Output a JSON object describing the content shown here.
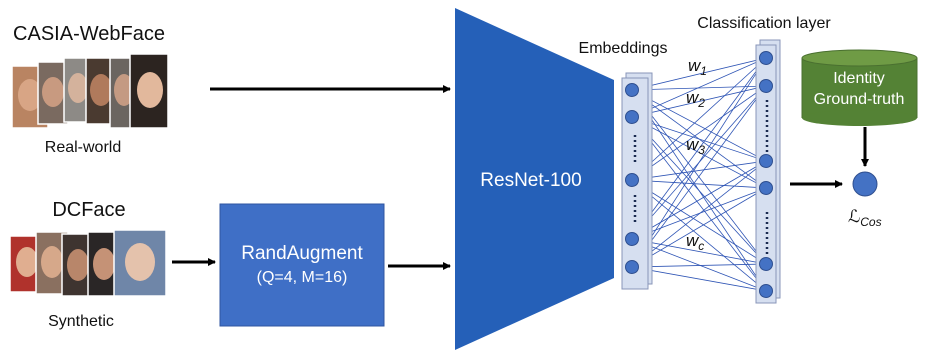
{
  "datasets": {
    "real": {
      "title": "CASIA-WebFace",
      "caption": "Real-world"
    },
    "synthetic": {
      "title": "DCFace",
      "caption": "Synthetic"
    }
  },
  "augment": {
    "title": "RandAugment",
    "params": "(Q=4, M=16)"
  },
  "backbone": {
    "label": "ResNet-100"
  },
  "embeddings": {
    "label": "Embeddings"
  },
  "classifier": {
    "label": "Classification layer"
  },
  "weights": [
    {
      "base": "w",
      "sub": "1"
    },
    {
      "base": "w",
      "sub": "2"
    },
    {
      "base": "w",
      "sub": "3"
    },
    {
      "base": "w",
      "sub": "c"
    }
  ],
  "identity": {
    "line1": "Identity",
    "line2": "Ground-truth"
  },
  "loss": {
    "base": "ℒ",
    "sub": "Cos"
  },
  "colors": {
    "resnet": "#2560b8",
    "augment": "#3f6fc6",
    "node": "#4472c4",
    "column": "#d6dff0",
    "edge": "#2f55b5",
    "cylinder_body": "#548235",
    "cylinder_top": "#6f9b45",
    "arrow": "#000000"
  }
}
